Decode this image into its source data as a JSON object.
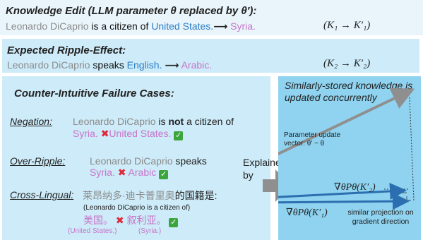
{
  "colors": {
    "box_light": "#e9f5fb",
    "box_blue": "#cdebf8",
    "panel_blue": "#8fd3f0",
    "gray_arrow": "#8f8f8f",
    "blue_arrow": "#2b6fb0",
    "entity_blue": "#2e7fc7",
    "entity_pink": "#c774c9",
    "cross_red": "#e0263a",
    "check_green": "#3da53d"
  },
  "icons": [
    "arrow-right-icon",
    "cross-mark-icon",
    "check-mark-icon",
    "gray-block-arrow-icon"
  ],
  "edit": {
    "title": "Knowledge Edit (LLM parameter θ replaced by θ′):",
    "subject": "Leonardo DiCaprio",
    "relation": "is a citizen of",
    "old_object": "United States.",
    "new_object": "Syria.",
    "formula": "(K₁ → K′₁)"
  },
  "ripple": {
    "title": "Expected Ripple-Effect:",
    "subject": "Leonardo DiCaprio",
    "relation": "speaks",
    "old_object": "English.",
    "new_object": "Arabic.",
    "formula": "(K₂ → K′₂)"
  },
  "failures": {
    "title": "Counter-Intuitive Failure Cases:",
    "negation": {
      "label": "Negation:",
      "subject": "Leonardo DiCaprio",
      "is": "is",
      "not": "not",
      "rest": "a citizen of",
      "wrong": "Syria.",
      "right": "United States."
    },
    "over_ripple": {
      "label": "Over-Ripple:",
      "subject": "Leonardo DiCaprio",
      "relation": "speaks",
      "wrong": "Syria.",
      "right": "Arabic"
    },
    "cross_lingual": {
      "label": "Cross-Lingual:",
      "zh_subject": "莱昂纳多·迪卡普里奥",
      "zh_relation": "的国籍是:",
      "gloss": "(Leonardo DiCaprio is a citizen of)",
      "wrong": "美国。",
      "right": "叙利亚。",
      "wrong_gloss": "(United States.)",
      "right_gloss": "(Syria.)"
    }
  },
  "explained_by": "Explained by",
  "panel": {
    "title": "Similarly-stored knowledge is updated concurrently",
    "update_label": "Parameter update vector: θ′ − θ",
    "grad_k2": "∇θPθ(K′₂)",
    "grad_k1": "∇θPθ(K′₁)",
    "projection_note": "similar projection on gradient direction"
  }
}
